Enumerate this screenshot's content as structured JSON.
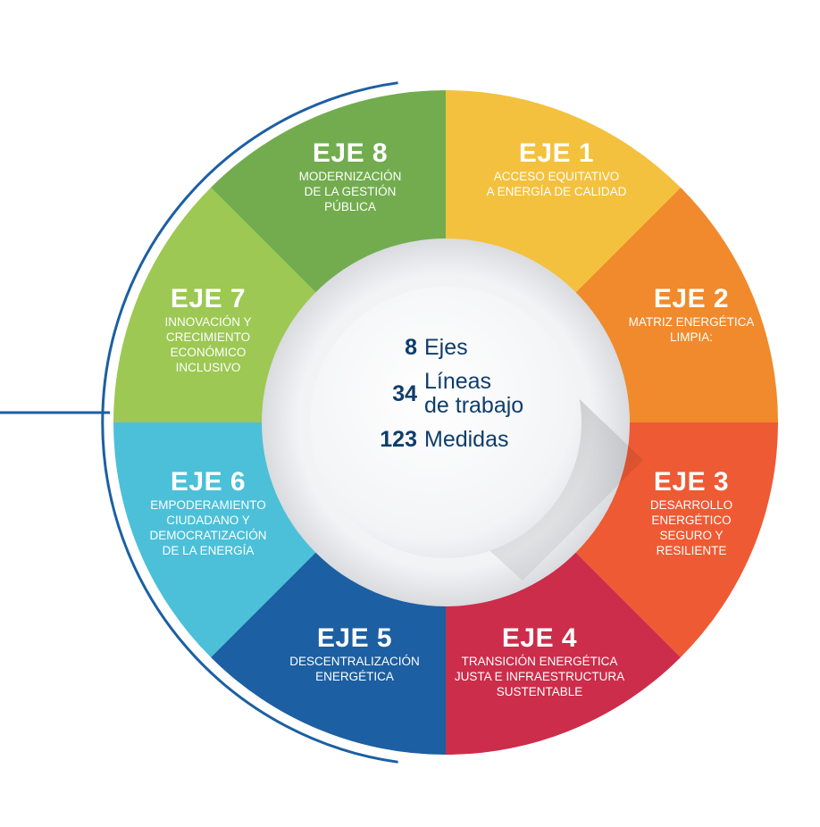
{
  "segments": [
    {
      "title": "EJE 1",
      "desc": "ACCESO EQUITATIVO\nA ENERGÍA DE CALIDAD",
      "color": "#f4c13e"
    },
    {
      "title": "EJE 2",
      "desc": "MATRIZ ENERGÉTICA\nLIMPIA:",
      "color": "#f08a2c"
    },
    {
      "title": "EJE 3",
      "desc": "DESARROLLO\nENERGÉTICO\nSEGURO Y\nRESILIENTE",
      "color": "#ee5a34"
    },
    {
      "title": "EJE 4",
      "desc": "TRANSICIÓN ENERGÉTICA\nJUSTA E INFRAESTRUCTURA\nSUSTENTABLE",
      "color": "#cc2d4a"
    },
    {
      "title": "EJE 5",
      "desc": "DESCENTRALIZACIÓN\nENERGÉTICA",
      "color": "#1c5fa2"
    },
    {
      "title": "EJE 6",
      "desc": "EMPODERAMIENTO\nCIUDADANO Y\nDEMOCRATIZACIÓN\nDE LA ENERGÍA",
      "color": "#4bc0d8"
    },
    {
      "title": "EJE 7",
      "desc": "INNOVACIÓN Y\nCRECIMIENTO\nECONÓMICO\nINCLUSIVO",
      "color": "#9cc853"
    },
    {
      "title": "EJE 8",
      "desc": "MODERNIZACIÓN\nDE LA GESTIÓN\nPÚBLICA",
      "color": "#72ac4f"
    }
  ],
  "center": [
    {
      "num": "8",
      "text": "Ejes"
    },
    {
      "num": "34",
      "text": "Líneas\nde trabajo"
    },
    {
      "num": "123",
      "text": "Medidas"
    }
  ],
  "colors": {
    "arc": "#1c5fa2",
    "hub_text": "#0f3d6b"
  }
}
